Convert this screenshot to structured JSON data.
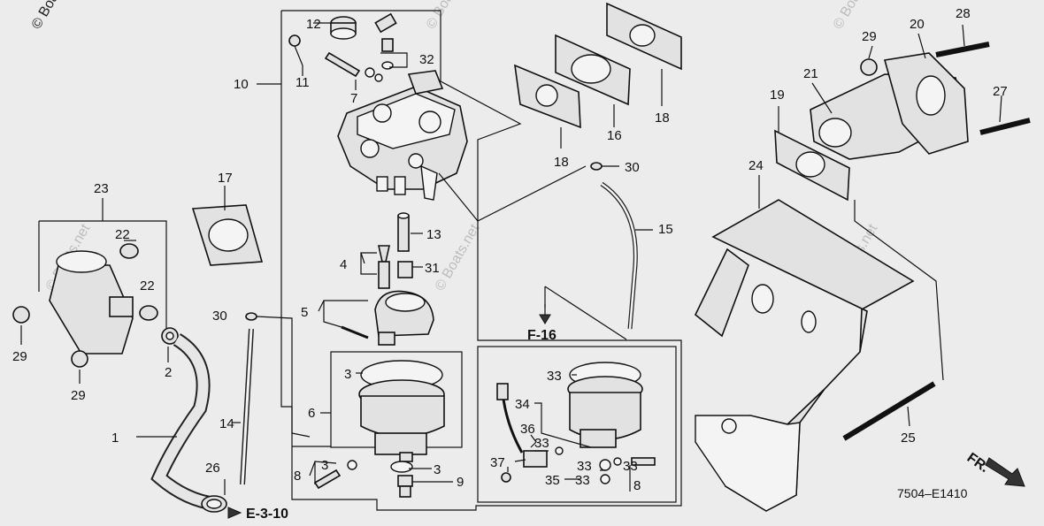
{
  "copyright": "© Boats.net",
  "watermark": "© Boats.net",
  "diagram_code": "7504–E1410",
  "front_label": "FR.",
  "refs": {
    "f16": "F-16",
    "e310": "E-3-10"
  },
  "callouts": [
    {
      "id": "c1",
      "text": "1"
    },
    {
      "id": "c2",
      "text": "2"
    },
    {
      "id": "c3a",
      "text": "3"
    },
    {
      "id": "c3b",
      "text": "3"
    },
    {
      "id": "c3c",
      "text": "3"
    },
    {
      "id": "c4",
      "text": "4"
    },
    {
      "id": "c5",
      "text": "5"
    },
    {
      "id": "c6",
      "text": "6"
    },
    {
      "id": "c7",
      "text": "7"
    },
    {
      "id": "c8a",
      "text": "8"
    },
    {
      "id": "c8b",
      "text": "8"
    },
    {
      "id": "c9",
      "text": "9"
    },
    {
      "id": "c10",
      "text": "10"
    },
    {
      "id": "c11",
      "text": "11"
    },
    {
      "id": "c12",
      "text": "12"
    },
    {
      "id": "c13",
      "text": "13"
    },
    {
      "id": "c14",
      "text": "14"
    },
    {
      "id": "c15",
      "text": "15"
    },
    {
      "id": "c16",
      "text": "16"
    },
    {
      "id": "c17",
      "text": "17"
    },
    {
      "id": "c18a",
      "text": "18"
    },
    {
      "id": "c18b",
      "text": "18"
    },
    {
      "id": "c19",
      "text": "19"
    },
    {
      "id": "c20",
      "text": "20"
    },
    {
      "id": "c21",
      "text": "21"
    },
    {
      "id": "c22a",
      "text": "22"
    },
    {
      "id": "c22b",
      "text": "22"
    },
    {
      "id": "c23",
      "text": "23"
    },
    {
      "id": "c24",
      "text": "24"
    },
    {
      "id": "c25",
      "text": "25"
    },
    {
      "id": "c26",
      "text": "26"
    },
    {
      "id": "c27",
      "text": "27"
    },
    {
      "id": "c28",
      "text": "28"
    },
    {
      "id": "c29a",
      "text": "29"
    },
    {
      "id": "c29b",
      "text": "29"
    },
    {
      "id": "c29c",
      "text": "29"
    },
    {
      "id": "c30a",
      "text": "30"
    },
    {
      "id": "c30b",
      "text": "30"
    },
    {
      "id": "c31",
      "text": "31"
    },
    {
      "id": "c32",
      "text": "32"
    },
    {
      "id": "c33a",
      "text": "33"
    },
    {
      "id": "c33b",
      "text": "33"
    },
    {
      "id": "c33c",
      "text": "33"
    },
    {
      "id": "c33d",
      "text": "33"
    },
    {
      "id": "c33e",
      "text": "33"
    },
    {
      "id": "c34",
      "text": "34"
    },
    {
      "id": "c35",
      "text": "35"
    },
    {
      "id": "c36",
      "text": "36"
    },
    {
      "id": "c37",
      "text": "37"
    }
  ]
}
